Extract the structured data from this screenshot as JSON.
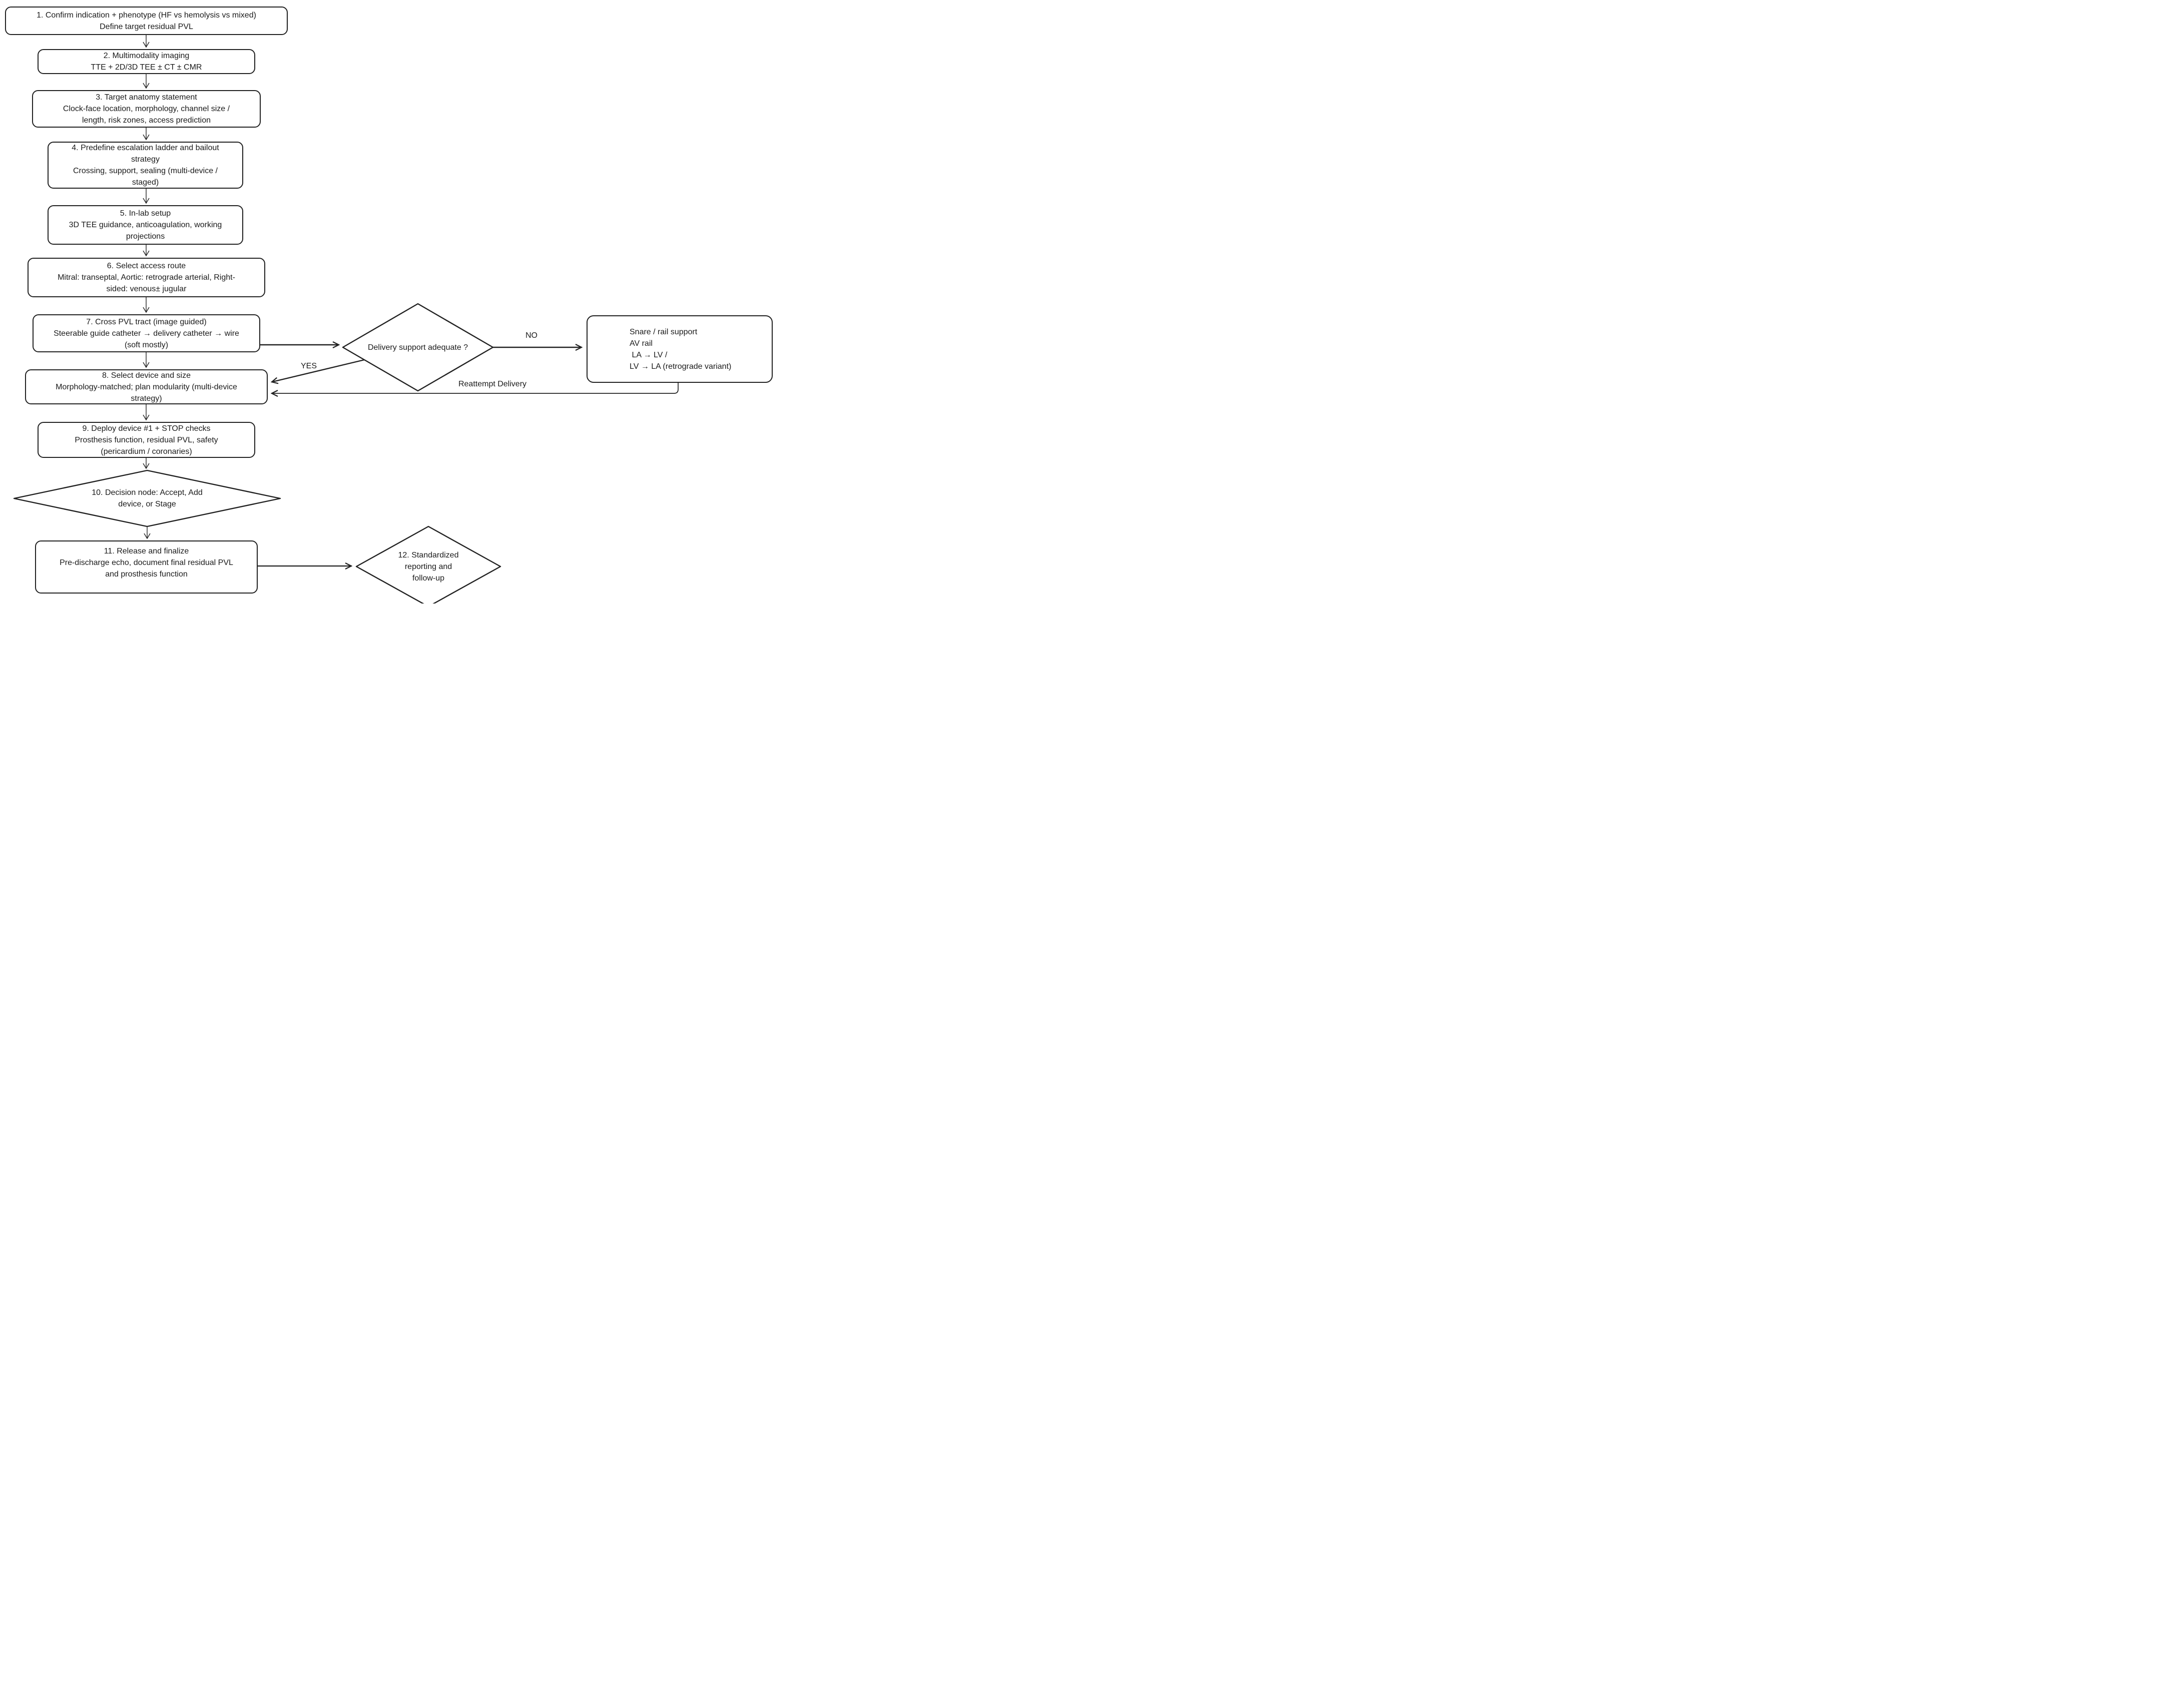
{
  "flowchart": {
    "colors": {
      "stroke": "#212121",
      "background": "#ffffff",
      "text": "#1a1a1a"
    },
    "nodes": [
      {
        "id": "step1",
        "shape": "rect",
        "text": "1. Confirm indication + phenotype (HF vs hemolysis vs mixed)\nDefine target residual PVL"
      },
      {
        "id": "step2",
        "shape": "rect",
        "text": "2. Multimodality imaging\nTTE + 2D/3D TEE ± CT ± CMR"
      },
      {
        "id": "step3",
        "shape": "rect",
        "text": "3. Target anatomy statement\nClock-face location, morphology, channel size /\nlength, risk zones, access prediction"
      },
      {
        "id": "step4",
        "shape": "rect",
        "text": "4. Predefine escalation ladder and bailout\nstrategy\nCrossing, support, sealing (multi-device /\nstaged)"
      },
      {
        "id": "step5",
        "shape": "rect",
        "text": "5. In-lab setup\n3D TEE guidance, anticoagulation, working\nprojections"
      },
      {
        "id": "step6",
        "shape": "rect",
        "text": "6. Select access route\nMitral: transeptal, Aortic: retrograde arterial, Right-\nsided: venous± jugular"
      },
      {
        "id": "step7",
        "shape": "rect",
        "text": "7. Cross PVL tract (image guided)\nSteerable guide catheter → delivery catheter → wire\n(soft mostly)"
      },
      {
        "id": "decision-delivery-support",
        "shape": "diamond",
        "text": "Delivery support adequate ?"
      },
      {
        "id": "snare-rail-support",
        "shape": "rect",
        "text": "Snare / rail support\nAV rail\n LA → LV /\nLV → LA (retrograde variant)"
      },
      {
        "id": "step8",
        "shape": "rect",
        "text": "8. Select device and size\nMorphology-matched; plan modularity (multi-device\nstrategy)"
      },
      {
        "id": "step9",
        "shape": "rect",
        "text": "9. Deploy device #1 + STOP checks\nProsthesis function, residual PVL, safety\n(pericardium / coronaries)"
      },
      {
        "id": "decision-accept-add-stage",
        "shape": "diamond",
        "text": "10. Decision node: Accept, Add\ndevice, or Stage"
      },
      {
        "id": "step11",
        "shape": "rect",
        "text": "11. Release and finalize\nPre-discharge echo, document final residual PVL\nand prosthesis function"
      },
      {
        "id": "step12",
        "shape": "diamond",
        "text": "12. Standardized\nreporting and\nfollow-up"
      }
    ],
    "edge_labels": {
      "no": "NO",
      "yes": "YES",
      "reattempt": "Reattempt Delivery"
    }
  }
}
